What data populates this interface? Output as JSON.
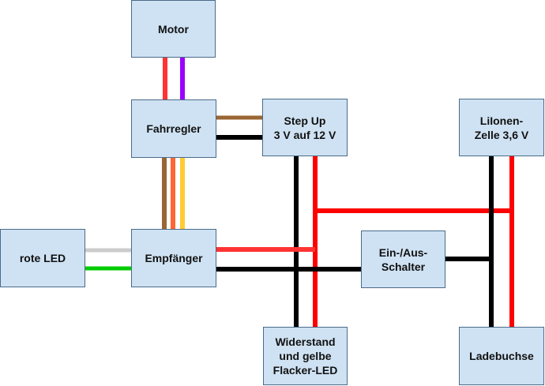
{
  "title": "Wiring diagram",
  "components": {
    "motor": "Motor",
    "fahrregler": "Fahrregler",
    "stepup": "Step Up\n3 V auf 12 V",
    "battery": "LiIonen-\nZelle 3,6 V",
    "led": "rote LED",
    "receiver": "Empfänger",
    "switch": "Ein-/Aus-\nSchalter",
    "flicker": "Widerstand\nund gelbe\nFlacker-LED",
    "charger": "Ladebuchse"
  },
  "wire_colors": {
    "red": "#ff0000",
    "red_light": "#ff3333",
    "purple": "#9900ff",
    "brown": "#996633",
    "orange": "#ff6633",
    "yellow": "#ffcc33",
    "black": "#000000",
    "grey": "#cccccc",
    "green": "#00cc00"
  }
}
